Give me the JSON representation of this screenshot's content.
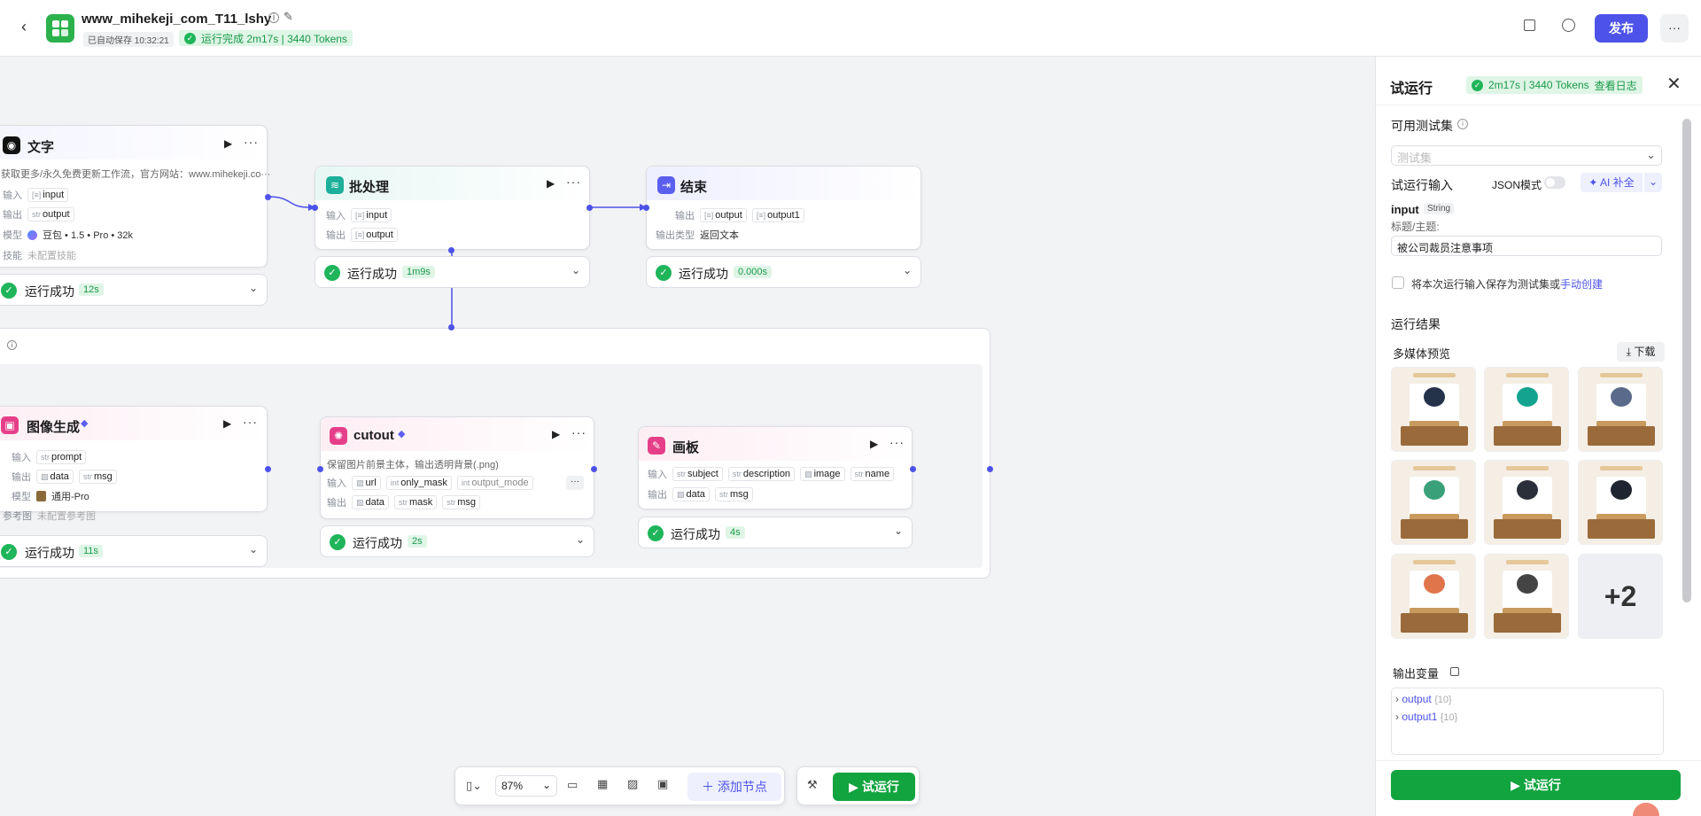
{
  "header": {
    "title": "www_mihekeji_com_T11_lshy",
    "autosave": "已自动保存 10:32:21",
    "run_status": "运行完成 2m17s | 3440 Tokens",
    "publish": "发布"
  },
  "nodes": {
    "text": {
      "title": "文字",
      "desc": "获取更多/永久免费更新工作流，官方网站：www.mihekeji.co···",
      "in_label": "输入",
      "in_var": "input",
      "out_label": "输出",
      "out_var": "output",
      "model_label": "模型",
      "model": "豆包 • 1.5 • Pro • 32k",
      "skill_label": "技能",
      "skill": "未配置技能",
      "status": "运行成功",
      "time": "12s"
    },
    "batch": {
      "title": "批处理",
      "in_label": "输入",
      "in_var": "input",
      "out_label": "输出",
      "out_var": "output",
      "status": "运行成功",
      "time": "1m9s"
    },
    "end": {
      "title": "结束",
      "out_label": "输出",
      "out_var1": "output",
      "out_var2": "output1",
      "type_label": "输出类型",
      "type": "返回文本",
      "status": "运行成功",
      "time": "0.000s"
    },
    "image": {
      "title": "图像生成",
      "in_label": "输入",
      "in_var": "prompt",
      "out_label": "输出",
      "out_var1": "data",
      "out_var2": "msg",
      "model_label": "模型",
      "model": "通用-Pro",
      "ref_label": "参考图",
      "ref": "未配置参考图",
      "status": "运行成功",
      "time": "11s"
    },
    "cutout": {
      "title": "cutout",
      "desc": "保留图片前景主体，输出透明背景(.png)",
      "in_label": "输入",
      "in_var1": "url",
      "in_var2": "only_mask",
      "in_var3": "output_mode",
      "out_label": "输出",
      "out_var1": "data",
      "out_var2": "mask",
      "out_var3": "msg",
      "status": "运行成功",
      "time": "2s"
    },
    "board": {
      "title": "画板",
      "in_label": "输入",
      "in_var1": "subject",
      "in_var2": "description",
      "in_var3": "image",
      "in_var4": "name",
      "out_label": "输出",
      "out_var1": "data",
      "out_var2": "msg",
      "status": "运行成功",
      "time": "4s"
    }
  },
  "types": {
    "str": "str",
    "int": "int"
  },
  "toolbar": {
    "zoom": "87%",
    "add_node": "添加节点",
    "test_run": "试运行"
  },
  "panel": {
    "title": "试运行",
    "badge": "2m17s | 3440 Tokens",
    "view_log": "查看日志",
    "testset_label": "可用测试集",
    "testset_placeholder": "测试集",
    "input_label": "试运行输入",
    "json_mode": "JSON模式",
    "ai_fill": "AI 补全",
    "var_name": "input",
    "var_type": "String",
    "field_label": "标题/主题:",
    "field_value": "被公司裁员注意事项",
    "save_text": "将本次运行输入保存为测试集或",
    "save_link": "手动创建",
    "result_label": "运行结果",
    "media_label": "多媒体预览",
    "download": "下载",
    "more_count": "+2",
    "output_vars_label": "输出变量",
    "out1": "output",
    "out1_count": "{10}",
    "out2": "output1",
    "out2_count": "{10}",
    "run_button": "试运行"
  }
}
